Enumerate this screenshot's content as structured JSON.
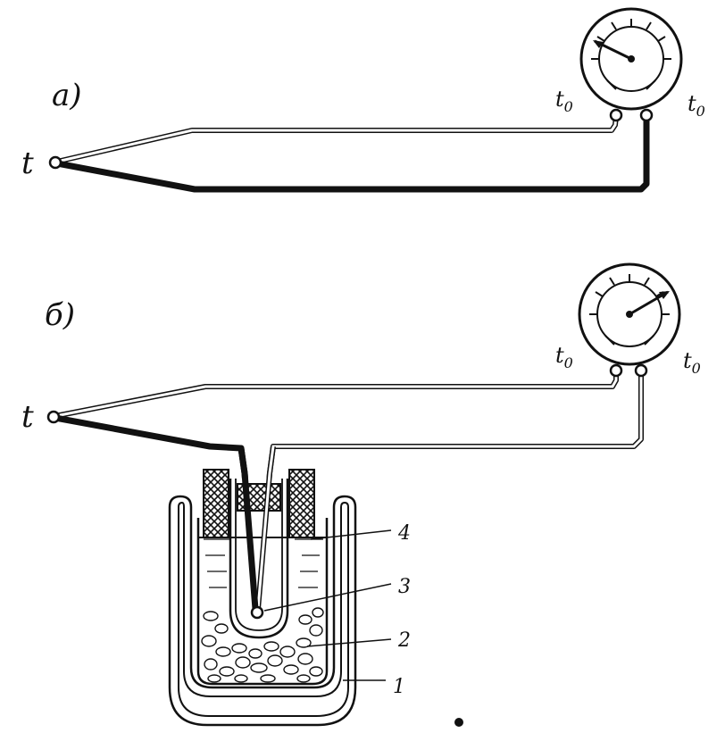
{
  "figure": {
    "panel_a": {
      "label": "a)",
      "hot_junction": "t",
      "cold_left": "t0",
      "cold_right": "t0"
    },
    "panel_b": {
      "label": "б)",
      "hot_junction": "t",
      "cold_left": "t0",
      "cold_right": "t0"
    },
    "parts": [
      "1",
      "2",
      "3",
      "4"
    ]
  }
}
